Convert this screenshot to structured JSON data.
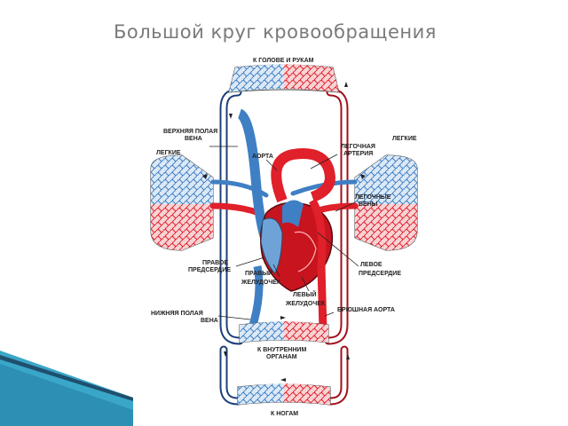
{
  "slide": {
    "title": "Большой круг кровообращения"
  },
  "diagram": {
    "labels": {
      "head": "К ГОЛОВЕ И РУКАМ",
      "vena_cava_sup_1": "ВЕРХНЯЯ ПОЛАЯ",
      "vena_cava_sup_2": "ВЕНА",
      "lungs_left": "ЛЕГКИЕ",
      "lungs_right": "ЛЕГКИЕ",
      "aorta": "АОРТА",
      "pulm_artery_1": "ЛЕГОЧНАЯ",
      "pulm_artery_2": "АРТЕРИЯ",
      "pulm_veins_1": "ЛЕГОЧНЫЕ",
      "pulm_veins_2": "ВЕНЫ",
      "right_atrium_1": "ПРАВОЕ",
      "right_atrium_2": "ПРЕДСЕРДИЕ",
      "right_ventricle_1": "ПРАВЫЙ",
      "right_ventricle_2": "ЖЕЛУДОЧЕК",
      "left_atrium_1": "ЛЕВОЕ",
      "left_atrium_2": "ПРЕДСЕРДИЕ",
      "left_ventricle_1": "ЛЕВЫЙ",
      "left_ventricle_2": "ЖЕЛУДОЧЕК",
      "vena_cava_inf_1": "НИЖНЯЯ ПОЛАЯ",
      "vena_cava_inf_2": "ВЕНА",
      "abdominal_aorta": "БРЮШНАЯ АОРТА",
      "organs_1": "К ВНУТРЕННИМ",
      "organs_2": "ОРГАНАМ",
      "legs": "К НОГАМ"
    },
    "colors": {
      "arterial": "#e0202a",
      "venous": "#3f7fc4",
      "venous_light": "#8fb8e0",
      "heart": "#c8141e",
      "accent_dark": "#1f4f6e",
      "accent_teal": "#3aa6c8"
    }
  }
}
